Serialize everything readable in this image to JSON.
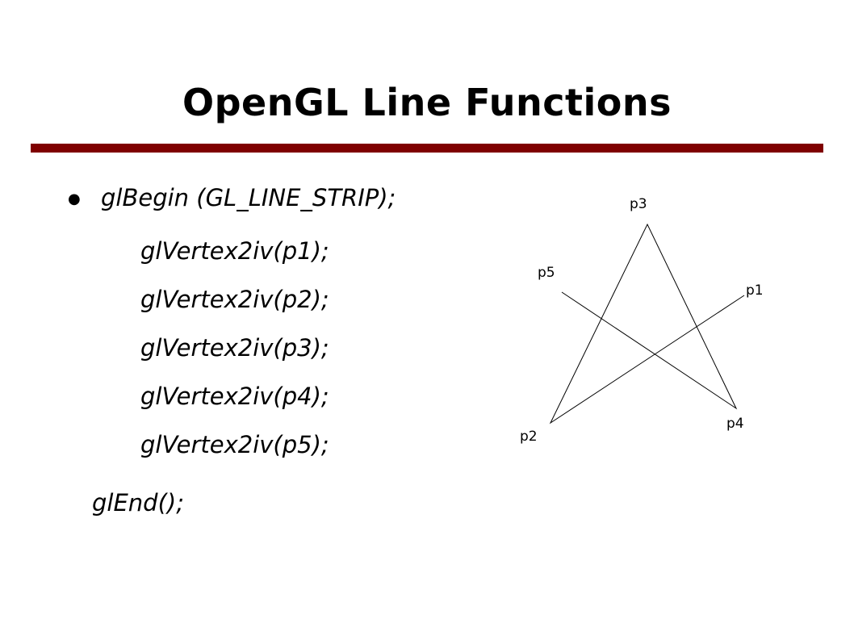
{
  "title": "OpenGL Line Functions",
  "accent_color": "#7f0000",
  "bullet_icon": "bullet-dot-icon",
  "code": {
    "begin": "glBegin (GL_LINE_STRIP);",
    "vertices": [
      "glVertex2iv(p1);",
      "glVertex2iv(p2);",
      "glVertex2iv(p3);",
      "glVertex2iv(p4);",
      "glVertex2iv(p5);"
    ],
    "end": "glEnd();"
  },
  "diagram": {
    "labels": [
      "p1",
      "p2",
      "p3",
      "p4",
      "p5"
    ]
  }
}
